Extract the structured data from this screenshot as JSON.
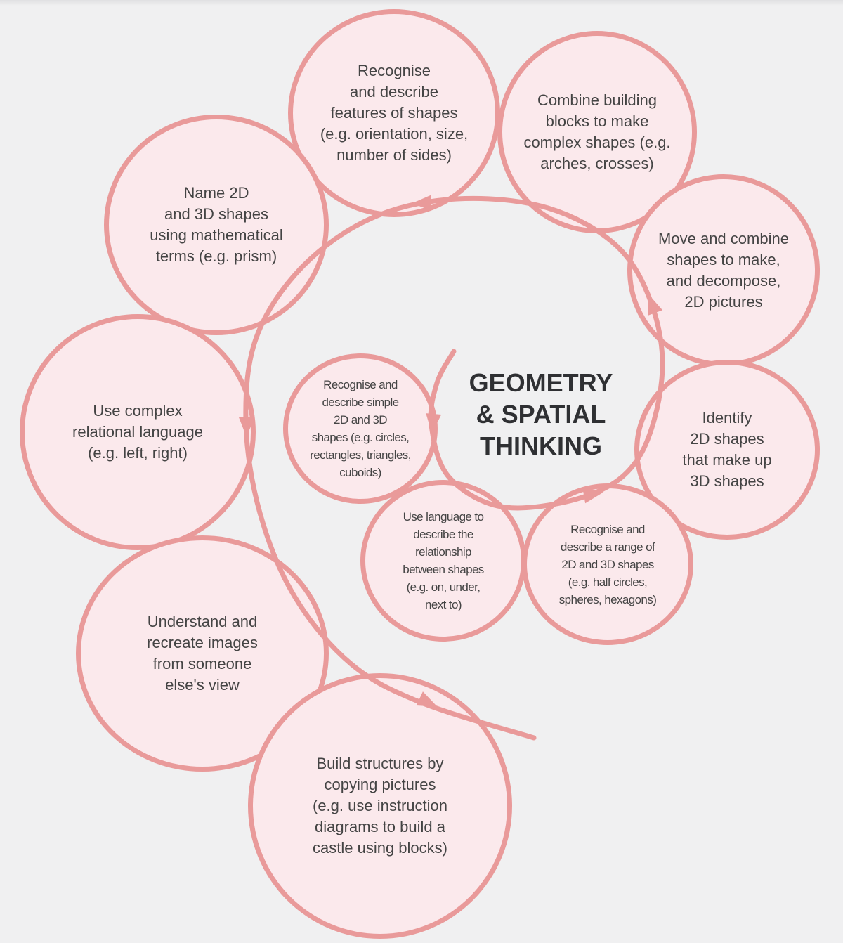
{
  "title": "GEOMETRY\n& SPATIAL\nTHINKING",
  "colors": {
    "background": "#f0f0f1",
    "node_fill": "#fbe9ec",
    "node_stroke": "#e99a9a",
    "text": "#444444"
  },
  "nodes": [
    {
      "text": "Recognise\nand describe\nfeatures of shapes\n(e.g. orientation, size,\nnumber of sides)"
    },
    {
      "text": "Combine building\nblocks to make\ncomplex shapes (e.g.\narches, crosses)"
    },
    {
      "text": "Move and combine\nshapes to make,\nand decompose,\n2D pictures"
    },
    {
      "text": "Identify\n2D shapes\nthat make up\n3D shapes"
    },
    {
      "text": "Recognise and\ndescribe a range of\n2D and 3D shapes\n(e.g. half circles,\nspheres, hexagons)"
    },
    {
      "text": "Use language to\ndescribe the\nrelationship\nbetween shapes\n(e.g. on, under,\nnext to)"
    },
    {
      "text": "Recognise and\ndescribe simple\n2D and 3D\nshapes (e.g. circles,\nrectangles, triangles,\ncuboids)"
    },
    {
      "text": "Name 2D\nand 3D shapes\nusing mathematical\nterms (e.g. prism)"
    },
    {
      "text": "Use complex\nrelational language\n(e.g. left, right)"
    },
    {
      "text": "Understand and\nrecreate images\nfrom someone\nelse's view"
    },
    {
      "text": "Build structures by\ncopying pictures\n(e.g. use instruction\ndiagrams to build a\ncastle using blocks)"
    }
  ]
}
